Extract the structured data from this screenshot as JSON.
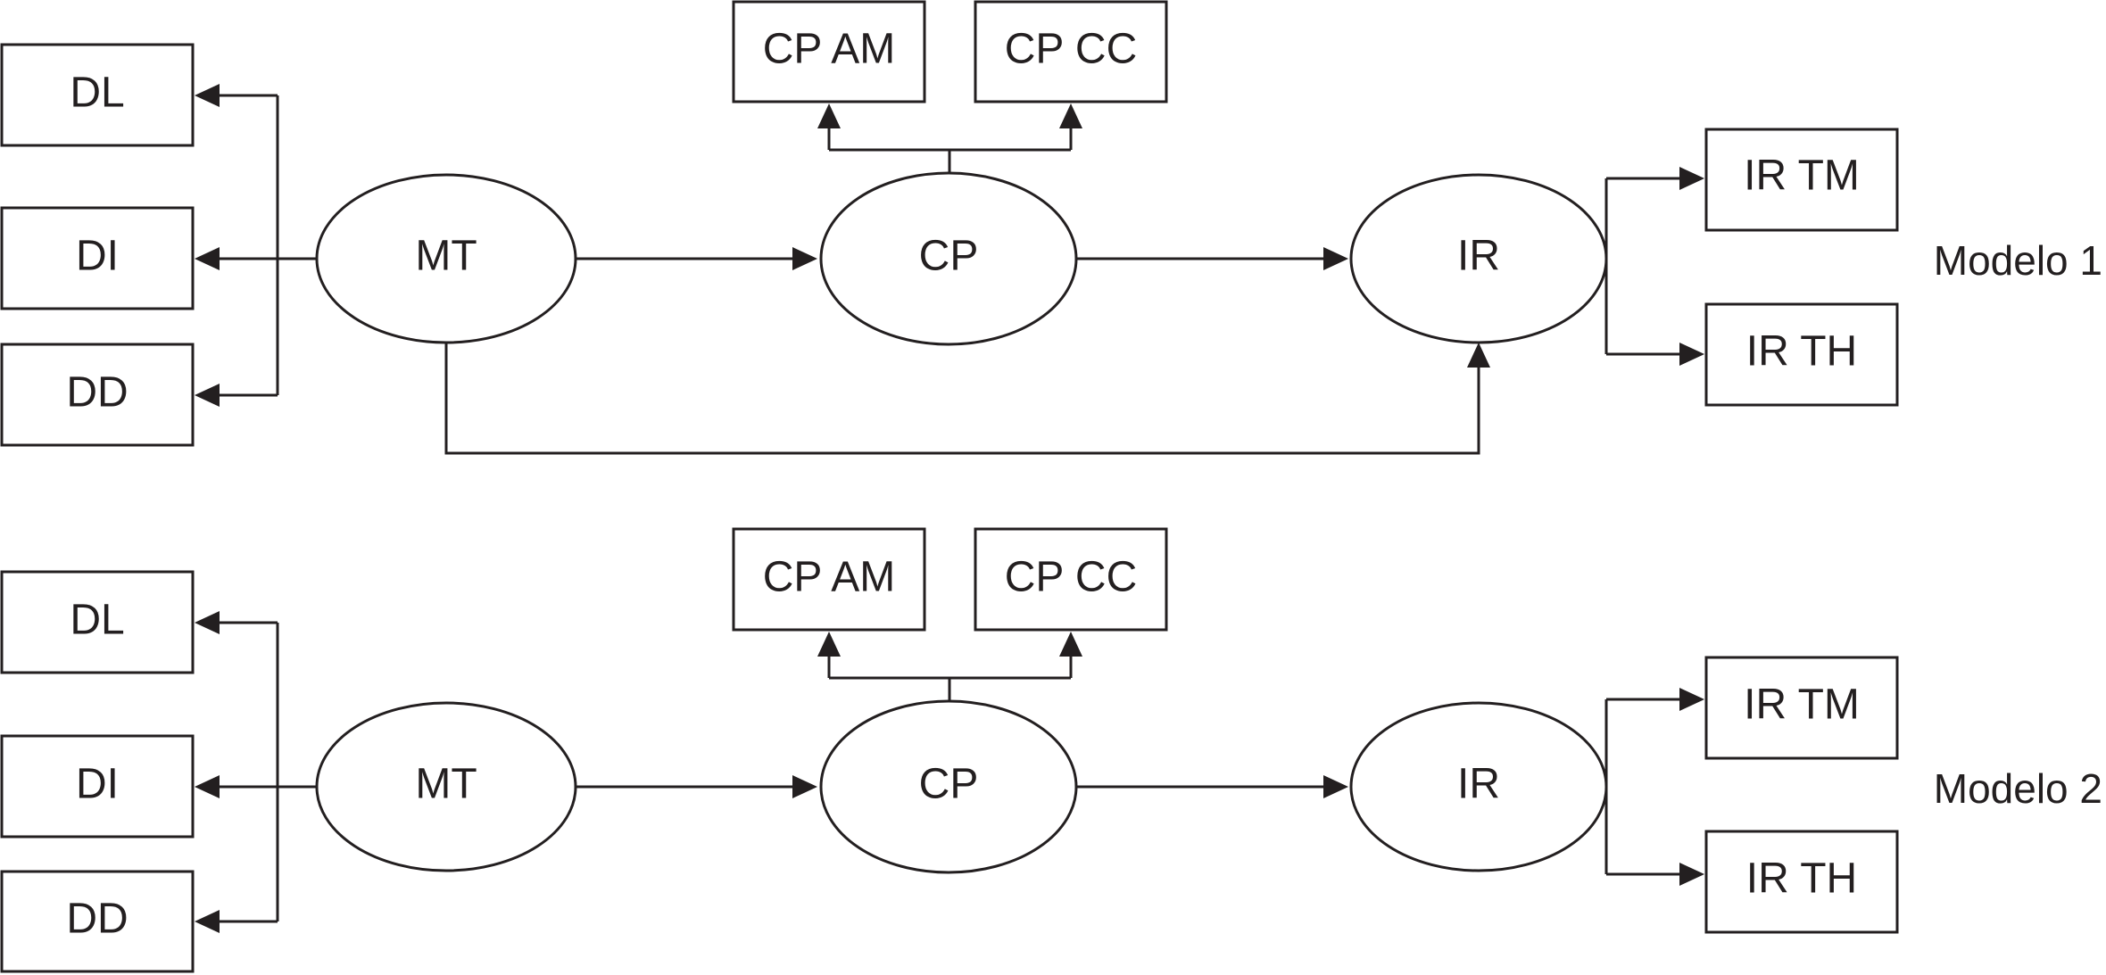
{
  "models": [
    {
      "label": "Modelo 1",
      "nodes": {
        "dl": "DL",
        "di": "DI",
        "dd": "DD",
        "mt": "MT",
        "cp": "CP",
        "ir": "IR",
        "cp_am": "CP AM",
        "cp_cc": "CP CC",
        "ir_tm": "IR TM",
        "ir_th": "IR TH"
      },
      "has_mt_to_ir_link": true
    },
    {
      "label": "Modelo 2",
      "nodes": {
        "dl": "DL",
        "di": "DI",
        "dd": "DD",
        "mt": "MT",
        "cp": "CP",
        "ir": "IR",
        "cp_am": "CP AM",
        "cp_cc": "CP CC",
        "ir_tm": "IR TM",
        "ir_th": "IR TH"
      },
      "has_mt_to_ir_link": false
    }
  ],
  "colors": {
    "stroke": "#231f20",
    "background": "#ffffff"
  }
}
